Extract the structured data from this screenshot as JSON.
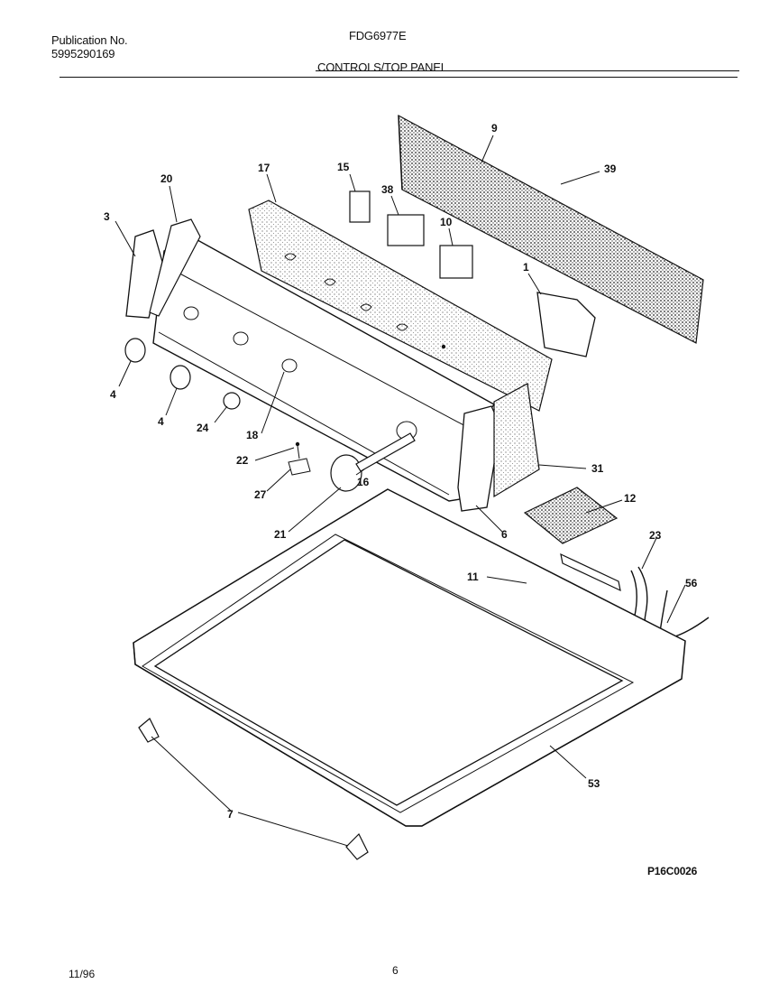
{
  "header": {
    "publication_label": "Publication No.",
    "publication_number": "5995290169",
    "model": "FDG6977E",
    "section_title": "CONTROLS/TOP PANEL"
  },
  "diagram": {
    "callouts": [
      "9",
      "39",
      "15",
      "38",
      "10",
      "17",
      "20",
      "3",
      "1",
      "4",
      "4",
      "24",
      "18",
      "22",
      "27",
      "16",
      "21",
      "31",
      "6",
      "12",
      "23",
      "11",
      "56",
      "53",
      "7"
    ],
    "drawing_code": "P16C0026"
  },
  "footer": {
    "date": "11/96",
    "page_number": "6"
  }
}
